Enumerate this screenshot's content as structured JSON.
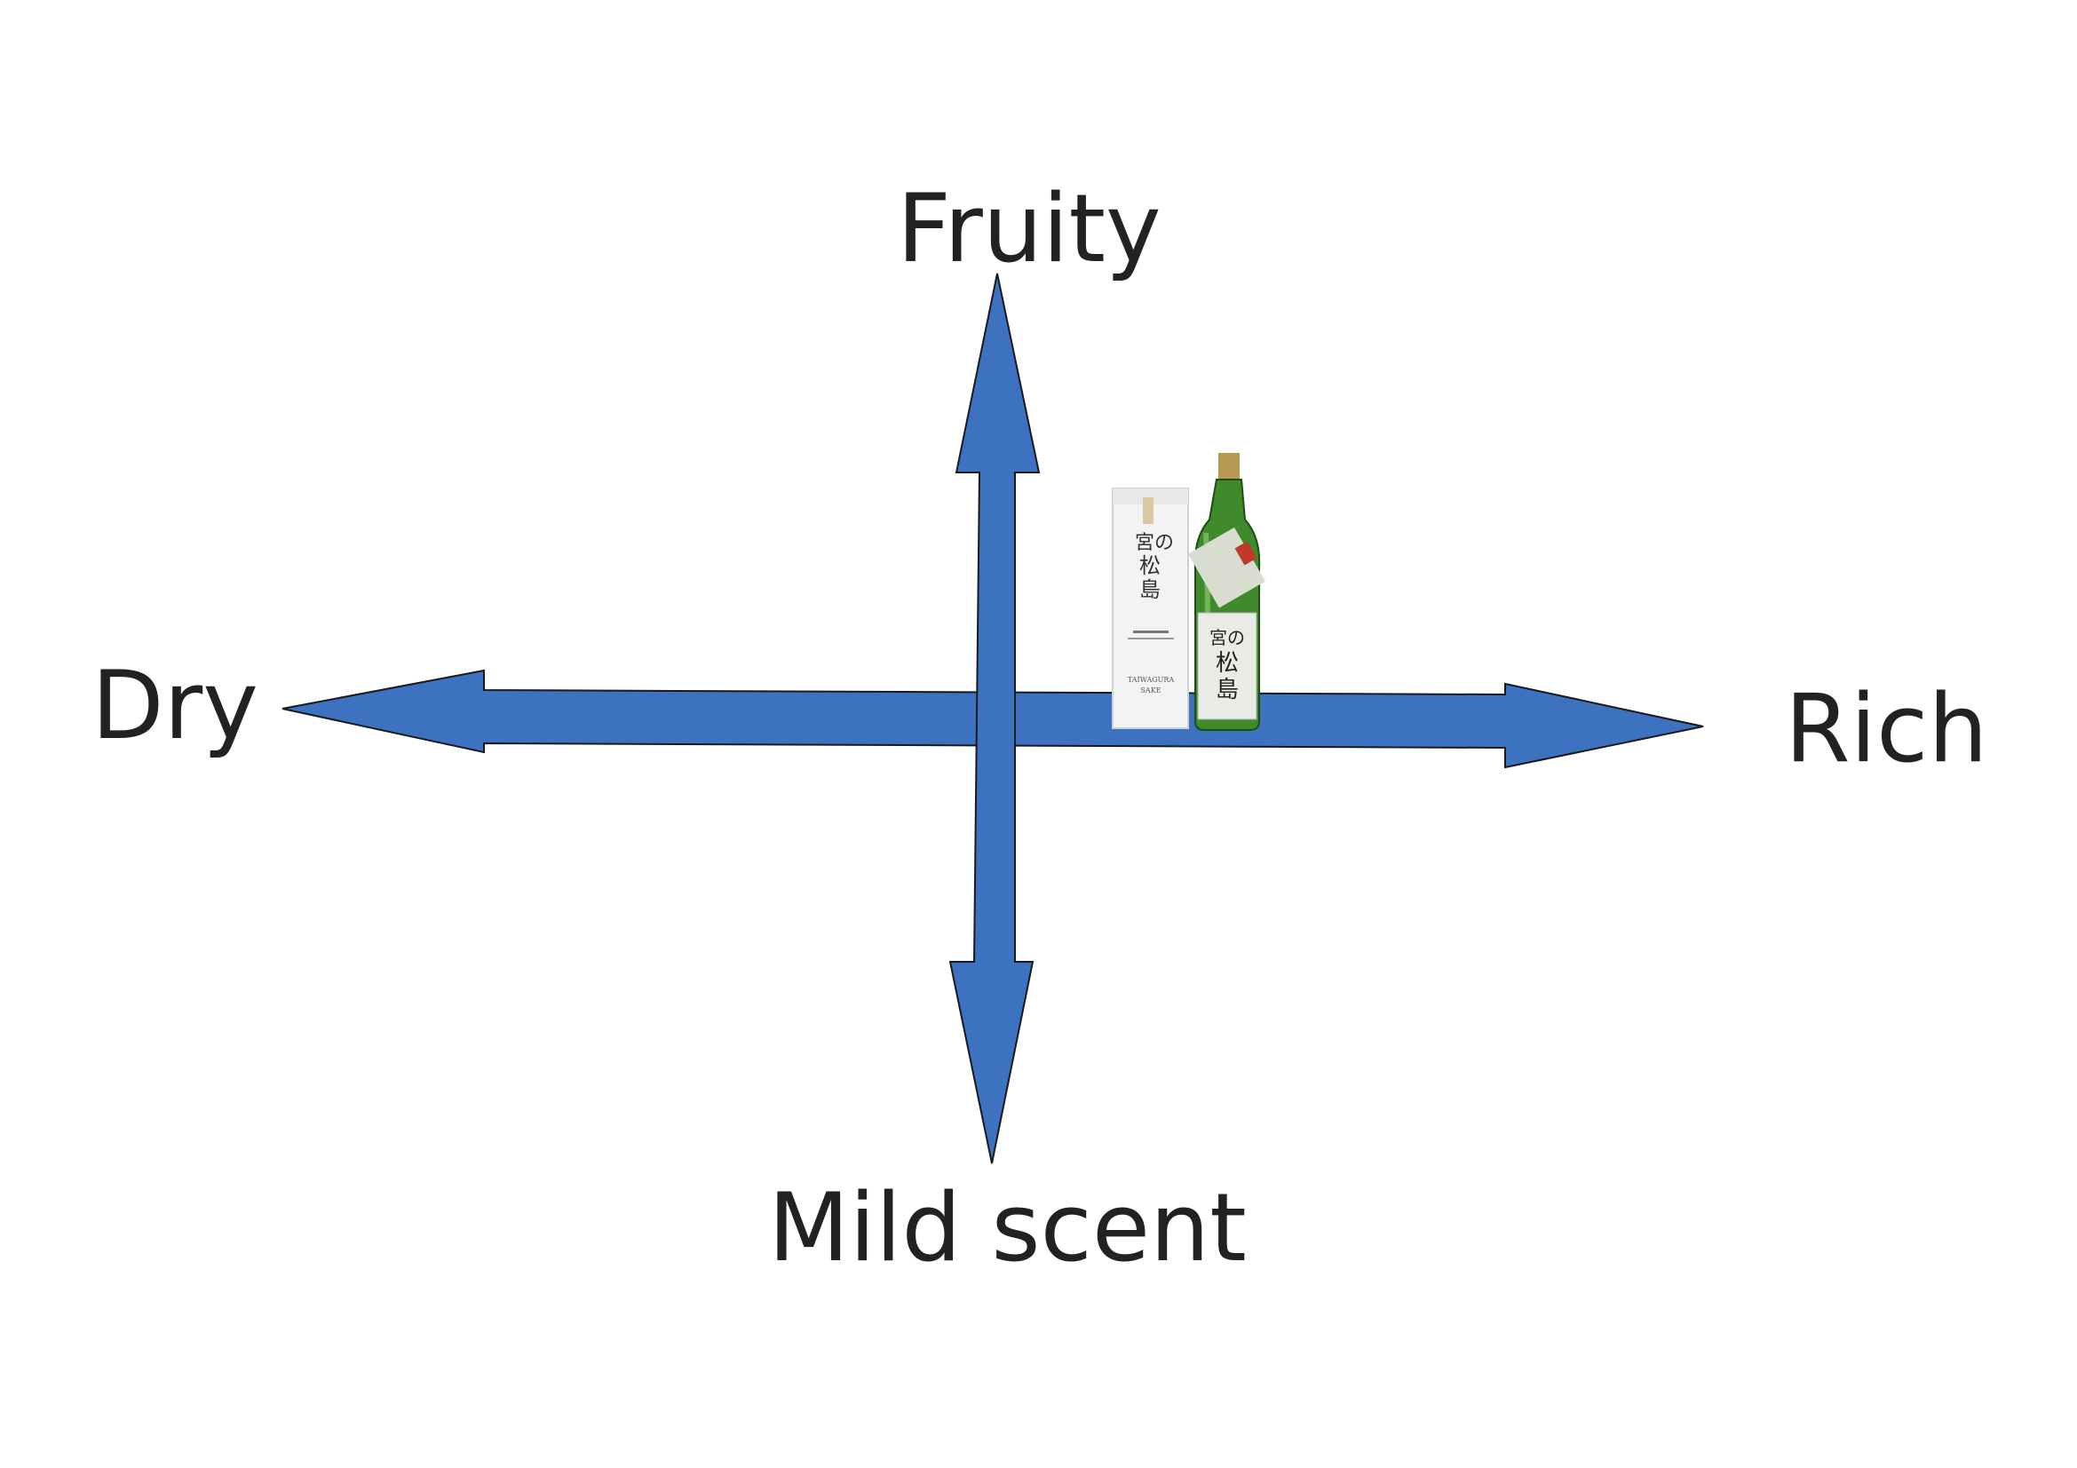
{
  "axes": {
    "top_label": "Fruity",
    "bottom_label": "Mild scent",
    "left_label": "Dry",
    "right_label": "Rich",
    "arrow_color": "#3d72c0",
    "arrow_outline": "#1a1a1a"
  },
  "product": {
    "box_text_vertical": "宮の松島",
    "box_text_english_line1": "TAIWAGURA",
    "box_text_english_line2": "SAKE",
    "bottle_label_text": "宮の松島",
    "bottle_color": "#3f8a2a",
    "box_color": "#f2f2f2"
  }
}
